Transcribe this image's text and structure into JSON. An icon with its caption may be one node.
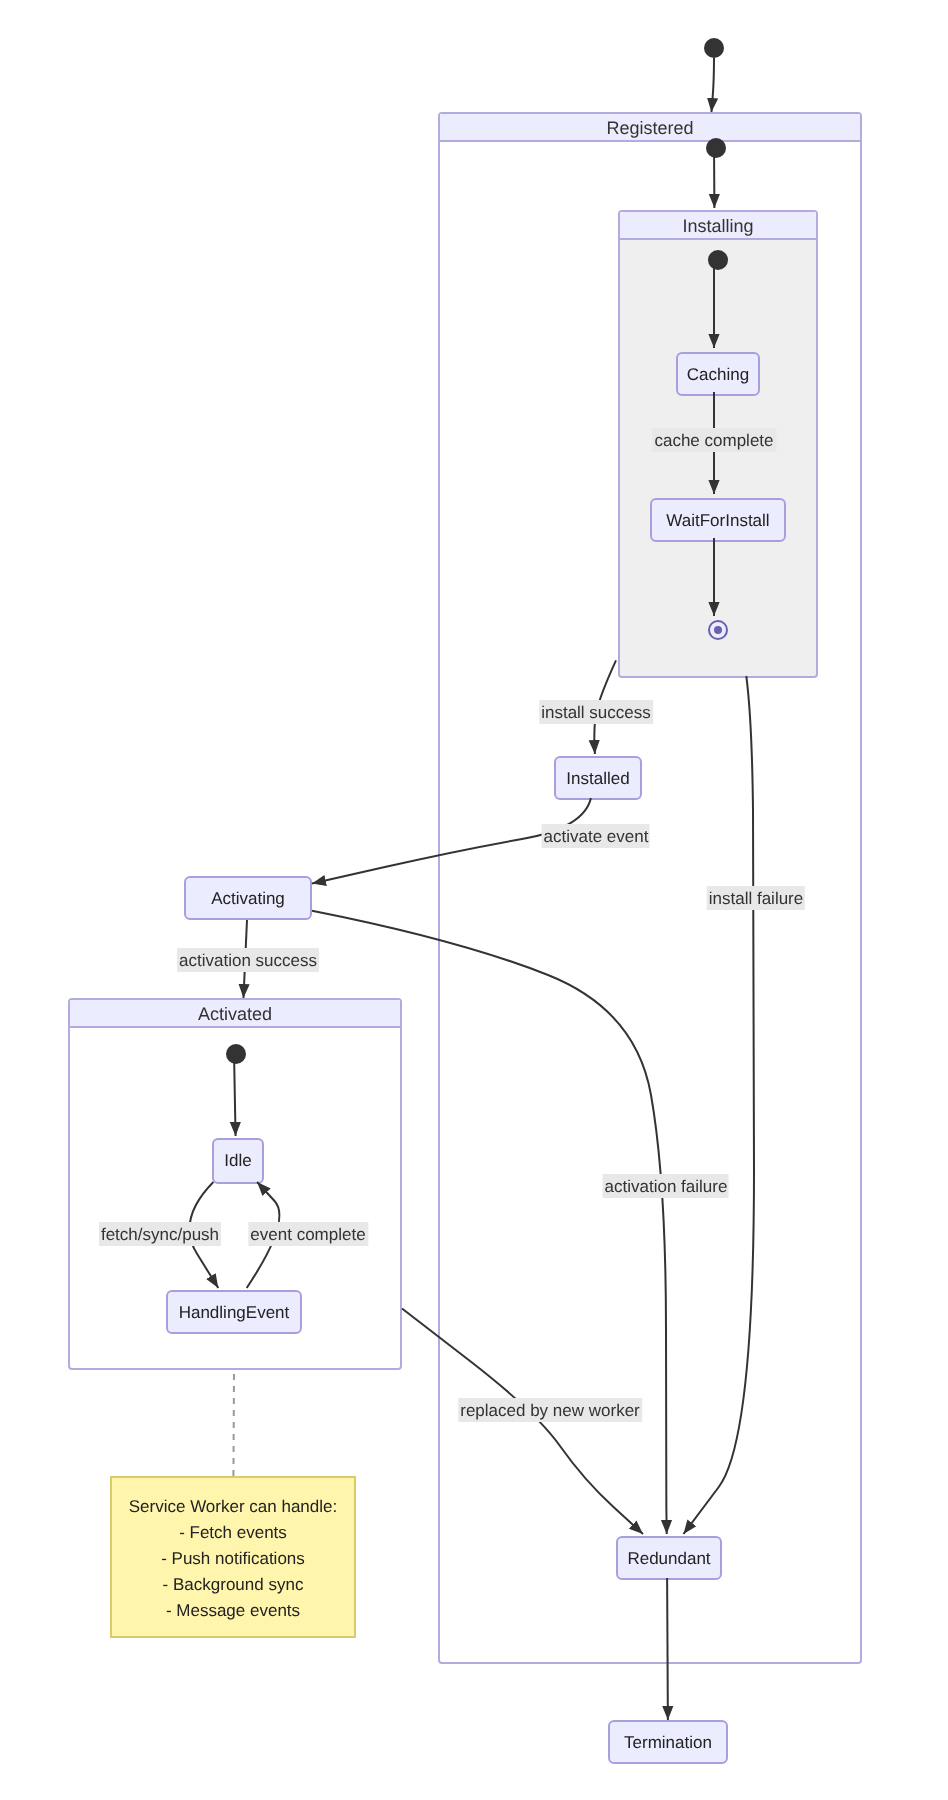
{
  "diagram": {
    "nodes": [
      {
        "text": [],
        "shape": "circle"
      },
      {
        "text": [
          "Registered"
        ]
      },
      {
        "text": [],
        "shape": "circle",
        "in": 1
      },
      {
        "text": [
          "Installing"
        ],
        "in": 1
      },
      {
        "text": [],
        "shape": "circle",
        "in": 3
      },
      {
        "text": [
          "Caching"
        ],
        "in": 3
      },
      {
        "text": [
          "WaitForInstall"
        ],
        "in": 3
      },
      {
        "text": [],
        "shape": "circle",
        "in": 3
      },
      {
        "text": [
          "Installed"
        ],
        "in": 1
      },
      {
        "text": [
          "Activating"
        ]
      },
      {
        "text": [
          "Activated"
        ]
      },
      {
        "text": [],
        "shape": "circle",
        "in": 10
      },
      {
        "text": [
          "Idle"
        ],
        "in": 10
      },
      {
        "text": [
          "HandlingEvent"
        ],
        "in": 10
      },
      {
        "text": [
          "Redundant"
        ],
        "in": 1
      },
      {
        "text": [
          "Termination"
        ]
      },
      {
        "text": [
          "Service Worker can handle:",
          "- Fetch events",
          "- Push notifications",
          "- Background sync",
          "- Message events"
        ]
      }
    ],
    "edges": [
      {
        "from": 0,
        "to": 1,
        "arrow": "to"
      },
      {
        "from": 2,
        "to": 3,
        "arrow": "to"
      },
      {
        "from": 4,
        "to": 5,
        "arrow": "to"
      },
      {
        "from": 5,
        "to": 6,
        "arrow": "to",
        "label": "cache complete"
      },
      {
        "from": 6,
        "to": 7,
        "arrow": "to"
      },
      {
        "from": 3,
        "to": 8,
        "arrow": "to",
        "label": "install success"
      },
      {
        "from": 8,
        "to": 9,
        "arrow": "to",
        "label": "activate event"
      },
      {
        "from": 9,
        "to": 10,
        "arrow": "to",
        "label": "activation success"
      },
      {
        "from": 11,
        "to": 12,
        "arrow": "to"
      },
      {
        "from": 12,
        "to": 13,
        "arrow": "to",
        "label": "fetch/sync/push"
      },
      {
        "from": 13,
        "to": 12,
        "arrow": "to",
        "label": "event complete"
      },
      {
        "from": 3,
        "to": 14,
        "arrow": "to",
        "label": "install failure"
      },
      {
        "from": 9,
        "to": 14,
        "arrow": "to",
        "label": "activation failure"
      },
      {
        "from": 10,
        "to": 14,
        "arrow": "to",
        "label": "replaced by new worker"
      },
      {
        "from": 14,
        "to": 15,
        "arrow": "to"
      },
      {
        "from": 16,
        "to": 10,
        "arrow": "none",
        "style": "dashed",
        "color": "#999999"
      }
    ]
  }
}
